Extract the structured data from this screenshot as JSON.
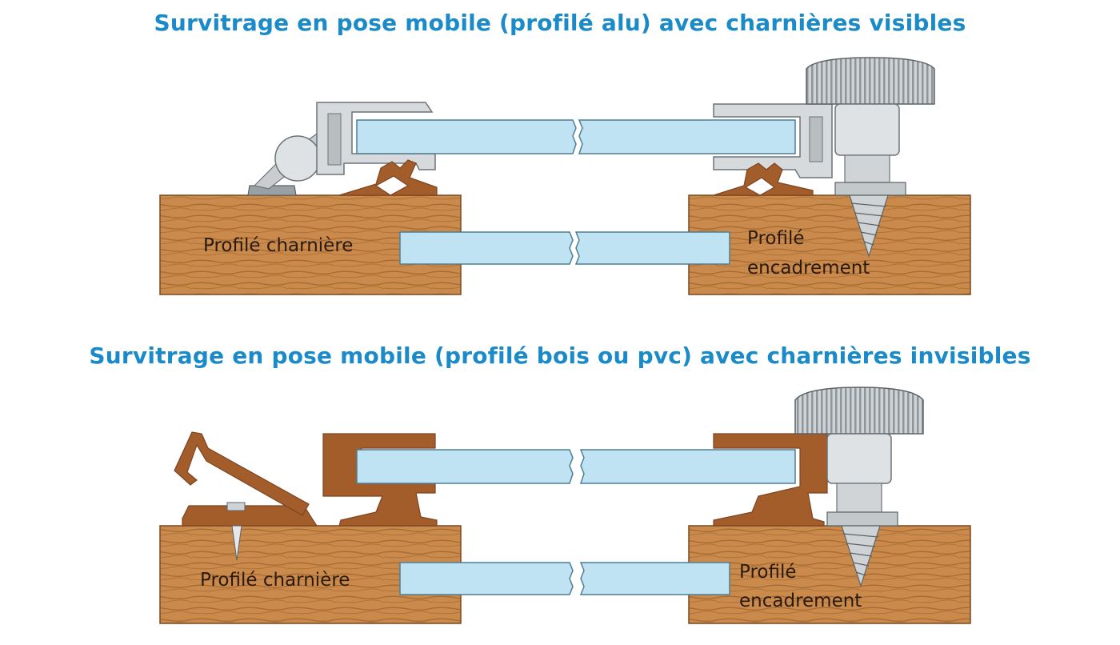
{
  "colors": {
    "title": "#1a8ac8",
    "wood": "#c98a4b",
    "wood_grain": "#a66a32",
    "glass": "#bfe3f2",
    "glass_edge": "#4f7e93",
    "metal": "#d7dadc",
    "metal_edge": "#6b7378",
    "pvc": "#a35d2b",
    "pvc_dark": "#7d4420",
    "text": "#2b1a10"
  },
  "panel_top": {
    "title": "Survitrage en pose mobile (profilé alu) avec charnières visibles",
    "left_label": "Profilé charnière",
    "right_label_line1": "Profilé",
    "right_label_line2": "encadrement"
  },
  "panel_bottom": {
    "title": "Survitrage en pose mobile (profilé bois ou pvc) avec charnières invisibles",
    "left_label": "Profilé charnière",
    "right_label_line1": "Profilé",
    "right_label_line2": "encadrement"
  }
}
